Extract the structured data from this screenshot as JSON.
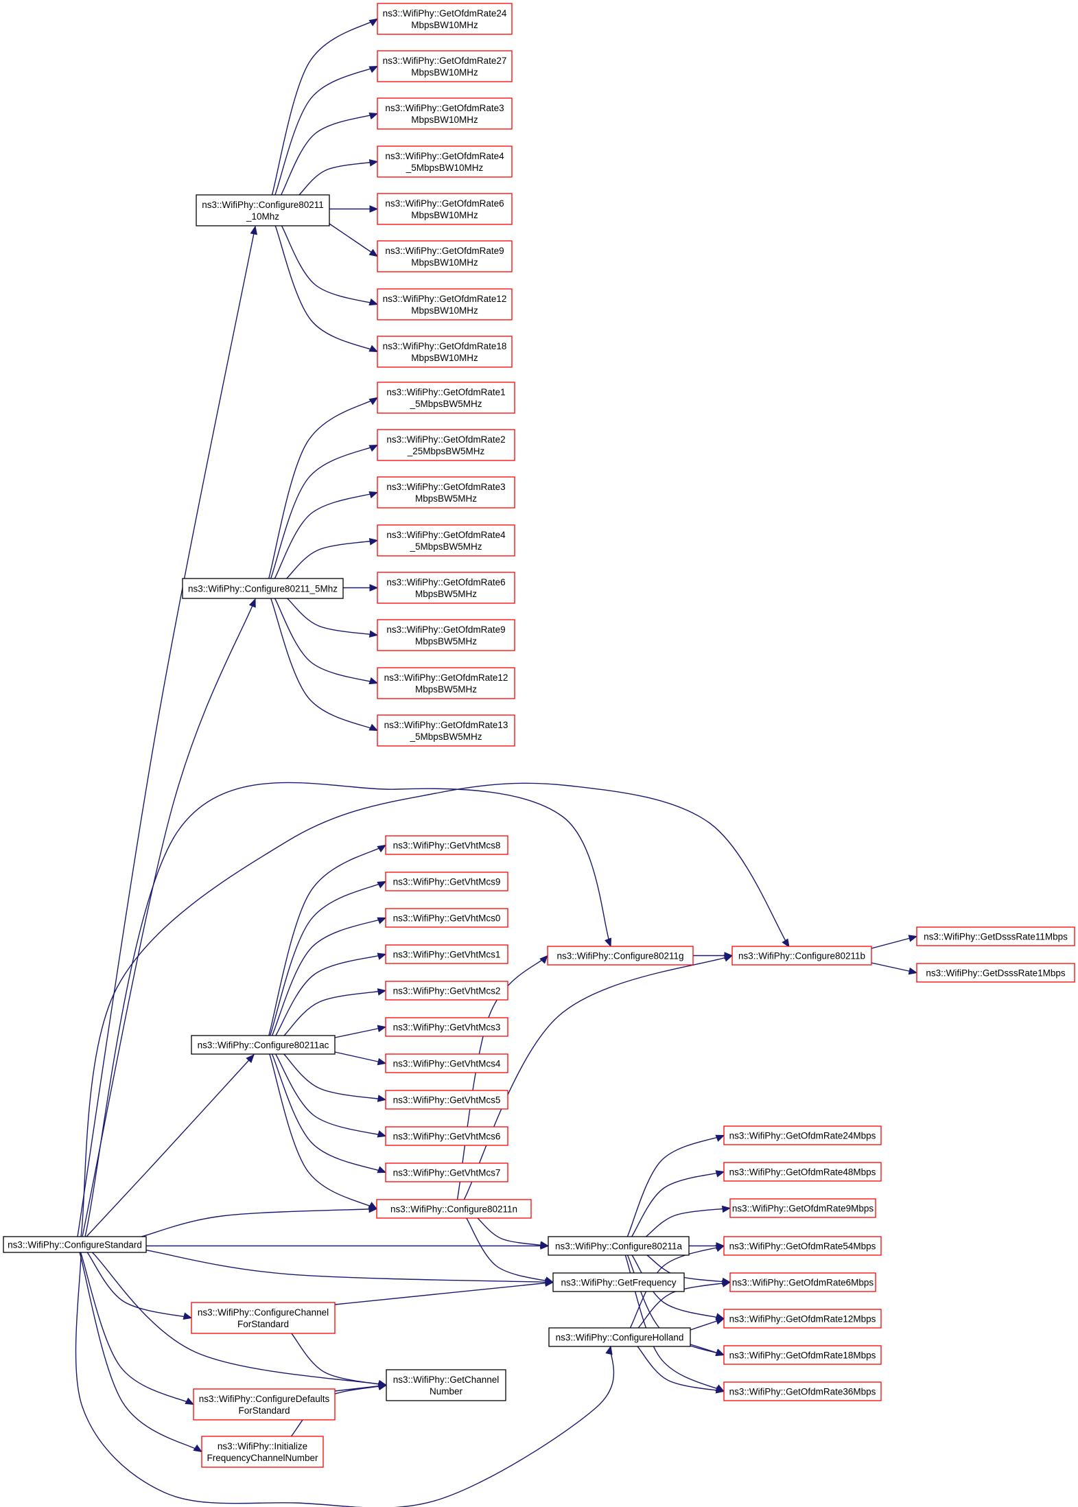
{
  "colors": {
    "edge": "#191970",
    "border_normal": "#000000",
    "border_external": "#ff0000",
    "root_fill": "#bfbfbf",
    "node_fill": "#ffffff"
  },
  "nodes": [
    {
      "id": "root",
      "lines": [
        "ns3::WifiPhy::ConfigureStandard"
      ],
      "border": "black",
      "root": true
    },
    {
      "id": "c10",
      "lines": [
        "ns3::WifiPhy::Configure80211",
        "_10Mhz"
      ],
      "border": "black"
    },
    {
      "id": "r24_10",
      "lines": [
        "ns3::WifiPhy::GetOfdmRate24",
        "MbpsBW10MHz"
      ],
      "border": "red"
    },
    {
      "id": "r27_10",
      "lines": [
        "ns3::WifiPhy::GetOfdmRate27",
        "MbpsBW10MHz"
      ],
      "border": "red"
    },
    {
      "id": "r3_10",
      "lines": [
        "ns3::WifiPhy::GetOfdmRate3",
        "MbpsBW10MHz"
      ],
      "border": "red"
    },
    {
      "id": "r45_10",
      "lines": [
        "ns3::WifiPhy::GetOfdmRate4",
        "_5MbpsBW10MHz"
      ],
      "border": "red"
    },
    {
      "id": "r6_10",
      "lines": [
        "ns3::WifiPhy::GetOfdmRate6",
        "MbpsBW10MHz"
      ],
      "border": "red"
    },
    {
      "id": "r9_10",
      "lines": [
        "ns3::WifiPhy::GetOfdmRate9",
        "MbpsBW10MHz"
      ],
      "border": "red"
    },
    {
      "id": "r12_10",
      "lines": [
        "ns3::WifiPhy::GetOfdmRate12",
        "MbpsBW10MHz"
      ],
      "border": "red"
    },
    {
      "id": "r18_10",
      "lines": [
        "ns3::WifiPhy::GetOfdmRate18",
        "MbpsBW10MHz"
      ],
      "border": "red"
    },
    {
      "id": "c5",
      "lines": [
        "ns3::WifiPhy::Configure80211_5Mhz"
      ],
      "border": "black"
    },
    {
      "id": "r15_5",
      "lines": [
        "ns3::WifiPhy::GetOfdmRate1",
        "_5MbpsBW5MHz"
      ],
      "border": "red"
    },
    {
      "id": "r225_5",
      "lines": [
        "ns3::WifiPhy::GetOfdmRate2",
        "_25MbpsBW5MHz"
      ],
      "border": "red"
    },
    {
      "id": "r3_5",
      "lines": [
        "ns3::WifiPhy::GetOfdmRate3",
        "MbpsBW5MHz"
      ],
      "border": "red"
    },
    {
      "id": "r45_5",
      "lines": [
        "ns3::WifiPhy::GetOfdmRate4",
        "_5MbpsBW5MHz"
      ],
      "border": "red"
    },
    {
      "id": "r6_5",
      "lines": [
        "ns3::WifiPhy::GetOfdmRate6",
        "MbpsBW5MHz"
      ],
      "border": "red"
    },
    {
      "id": "r9_5",
      "lines": [
        "ns3::WifiPhy::GetOfdmRate9",
        "MbpsBW5MHz"
      ],
      "border": "red"
    },
    {
      "id": "r12_5",
      "lines": [
        "ns3::WifiPhy::GetOfdmRate12",
        "MbpsBW5MHz"
      ],
      "border": "red"
    },
    {
      "id": "r135_5",
      "lines": [
        "ns3::WifiPhy::GetOfdmRate13",
        "_5MbpsBW5MHz"
      ],
      "border": "red"
    },
    {
      "id": "vht8",
      "lines": [
        "ns3::WifiPhy::GetVhtMcs8"
      ],
      "border": "red"
    },
    {
      "id": "vht9",
      "lines": [
        "ns3::WifiPhy::GetVhtMcs9"
      ],
      "border": "red"
    },
    {
      "id": "vht0",
      "lines": [
        "ns3::WifiPhy::GetVhtMcs0"
      ],
      "border": "red"
    },
    {
      "id": "vht1",
      "lines": [
        "ns3::WifiPhy::GetVhtMcs1"
      ],
      "border": "red"
    },
    {
      "id": "vht2",
      "lines": [
        "ns3::WifiPhy::GetVhtMcs2"
      ],
      "border": "red"
    },
    {
      "id": "vht3",
      "lines": [
        "ns3::WifiPhy::GetVhtMcs3"
      ],
      "border": "red"
    },
    {
      "id": "vht4",
      "lines": [
        "ns3::WifiPhy::GetVhtMcs4"
      ],
      "border": "red"
    },
    {
      "id": "vht5",
      "lines": [
        "ns3::WifiPhy::GetVhtMcs5"
      ],
      "border": "red"
    },
    {
      "id": "vht6",
      "lines": [
        "ns3::WifiPhy::GetVhtMcs6"
      ],
      "border": "red"
    },
    {
      "id": "vht7",
      "lines": [
        "ns3::WifiPhy::GetVhtMcs7"
      ],
      "border": "red"
    },
    {
      "id": "cac",
      "lines": [
        "ns3::WifiPhy::Configure80211ac"
      ],
      "border": "black"
    },
    {
      "id": "cg",
      "lines": [
        "ns3::WifiPhy::Configure80211g"
      ],
      "border": "red"
    },
    {
      "id": "cb",
      "lines": [
        "ns3::WifiPhy::Configure80211b"
      ],
      "border": "red"
    },
    {
      "id": "dsss11",
      "lines": [
        "ns3::WifiPhy::GetDsssRate11Mbps"
      ],
      "border": "red"
    },
    {
      "id": "dsss1",
      "lines": [
        "ns3::WifiPhy::GetDsssRate1Mbps"
      ],
      "border": "red"
    },
    {
      "id": "cn",
      "lines": [
        "ns3::WifiPhy::Configure80211n"
      ],
      "border": "red"
    },
    {
      "id": "ca",
      "lines": [
        "ns3::WifiPhy::Configure80211a"
      ],
      "border": "black"
    },
    {
      "id": "freq",
      "lines": [
        "ns3::WifiPhy::GetFrequency"
      ],
      "border": "black"
    },
    {
      "id": "chstd",
      "lines": [
        "ns3::WifiPhy::ConfigureChannel",
        "ForStandard"
      ],
      "border": "red"
    },
    {
      "id": "holland",
      "lines": [
        "ns3::WifiPhy::ConfigureHolland"
      ],
      "border": "black"
    },
    {
      "id": "chnum",
      "lines": [
        "ns3::WifiPhy::GetChannel",
        "Number"
      ],
      "border": "black"
    },
    {
      "id": "defstd",
      "lines": [
        "ns3::WifiPhy::ConfigureDefaults",
        "ForStandard"
      ],
      "border": "red"
    },
    {
      "id": "initfreq",
      "lines": [
        "ns3::WifiPhy::Initialize",
        "FrequencyChannelNumber"
      ],
      "border": "red"
    },
    {
      "id": "o24",
      "lines": [
        "ns3::WifiPhy::GetOfdmRate24Mbps"
      ],
      "border": "red"
    },
    {
      "id": "o48",
      "lines": [
        "ns3::WifiPhy::GetOfdmRate48Mbps"
      ],
      "border": "red"
    },
    {
      "id": "o9",
      "lines": [
        "ns3::WifiPhy::GetOfdmRate9Mbps"
      ],
      "border": "red"
    },
    {
      "id": "o54",
      "lines": [
        "ns3::WifiPhy::GetOfdmRate54Mbps"
      ],
      "border": "red"
    },
    {
      "id": "o6",
      "lines": [
        "ns3::WifiPhy::GetOfdmRate6Mbps"
      ],
      "border": "red"
    },
    {
      "id": "o12",
      "lines": [
        "ns3::WifiPhy::GetOfdmRate12Mbps"
      ],
      "border": "red"
    },
    {
      "id": "o18",
      "lines": [
        "ns3::WifiPhy::GetOfdmRate18Mbps"
      ],
      "border": "red"
    },
    {
      "id": "o36",
      "lines": [
        "ns3::WifiPhy::GetOfdmRate36Mbps"
      ],
      "border": "red"
    }
  ],
  "edges": [
    [
      "root",
      "c10"
    ],
    [
      "root",
      "c5"
    ],
    [
      "root",
      "cg"
    ],
    [
      "root",
      "cb"
    ],
    [
      "root",
      "cac"
    ],
    [
      "root",
      "cn"
    ],
    [
      "root",
      "ca"
    ],
    [
      "root",
      "freq"
    ],
    [
      "root",
      "chstd"
    ],
    [
      "root",
      "chnum"
    ],
    [
      "root",
      "defstd"
    ],
    [
      "root",
      "initfreq"
    ],
    [
      "root",
      "holland"
    ],
    [
      "c10",
      "r24_10"
    ],
    [
      "c10",
      "r27_10"
    ],
    [
      "c10",
      "r3_10"
    ],
    [
      "c10",
      "r45_10"
    ],
    [
      "c10",
      "r6_10"
    ],
    [
      "c10",
      "r9_10"
    ],
    [
      "c10",
      "r12_10"
    ],
    [
      "c10",
      "r18_10"
    ],
    [
      "c5",
      "r15_5"
    ],
    [
      "c5",
      "r225_5"
    ],
    [
      "c5",
      "r3_5"
    ],
    [
      "c5",
      "r45_5"
    ],
    [
      "c5",
      "r6_5"
    ],
    [
      "c5",
      "r9_5"
    ],
    [
      "c5",
      "r12_5"
    ],
    [
      "c5",
      "r135_5"
    ],
    [
      "cac",
      "vht8"
    ],
    [
      "cac",
      "vht9"
    ],
    [
      "cac",
      "vht0"
    ],
    [
      "cac",
      "vht1"
    ],
    [
      "cac",
      "vht2"
    ],
    [
      "cac",
      "vht3"
    ],
    [
      "cac",
      "vht4"
    ],
    [
      "cac",
      "vht5"
    ],
    [
      "cac",
      "vht6"
    ],
    [
      "cac",
      "vht7"
    ],
    [
      "cac",
      "cn"
    ],
    [
      "cn",
      "cg"
    ],
    [
      "cn",
      "cb"
    ],
    [
      "cn",
      "ca"
    ],
    [
      "cn",
      "freq"
    ],
    [
      "cg",
      "cb"
    ],
    [
      "cb",
      "dsss11"
    ],
    [
      "cb",
      "dsss1"
    ],
    [
      "ca",
      "o24"
    ],
    [
      "ca",
      "o48"
    ],
    [
      "ca",
      "o9"
    ],
    [
      "ca",
      "o54"
    ],
    [
      "ca",
      "o6"
    ],
    [
      "ca",
      "o12"
    ],
    [
      "ca",
      "o18"
    ],
    [
      "ca",
      "o36"
    ],
    [
      "chstd",
      "freq"
    ],
    [
      "chstd",
      "chnum"
    ],
    [
      "defstd",
      "chnum"
    ],
    [
      "initfreq",
      "chnum"
    ],
    [
      "holland",
      "o54"
    ],
    [
      "holland",
      "o6"
    ],
    [
      "holland",
      "o12"
    ],
    [
      "holland",
      "o18"
    ],
    [
      "holland",
      "o36"
    ]
  ]
}
